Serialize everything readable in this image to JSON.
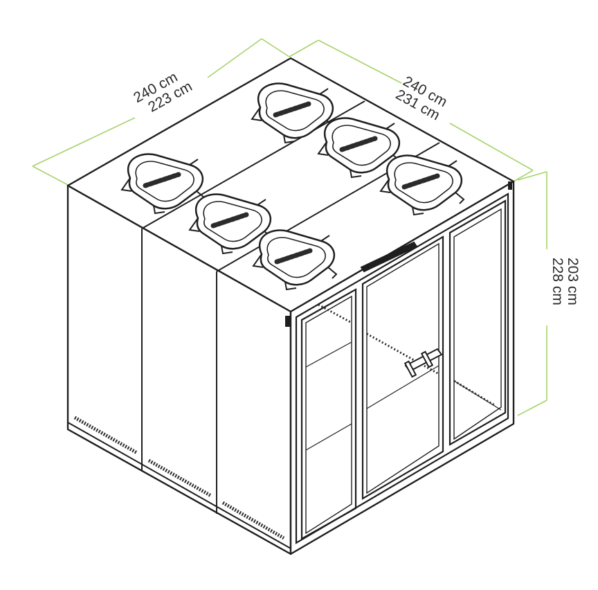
{
  "dimensions": {
    "left_outer": "240 cm",
    "left_inner": "223 cm",
    "right_outer": "240 cm",
    "right_inner": "231 cm",
    "height_outer": "228 cm",
    "height_inner": "203 cm"
  },
  "colors": {
    "dimension_line": "#a6d36a",
    "outline": "#1e1e1e",
    "top_vents": "#2b2b2b"
  },
  "icons": [
    "ventilation-unit-icon"
  ]
}
